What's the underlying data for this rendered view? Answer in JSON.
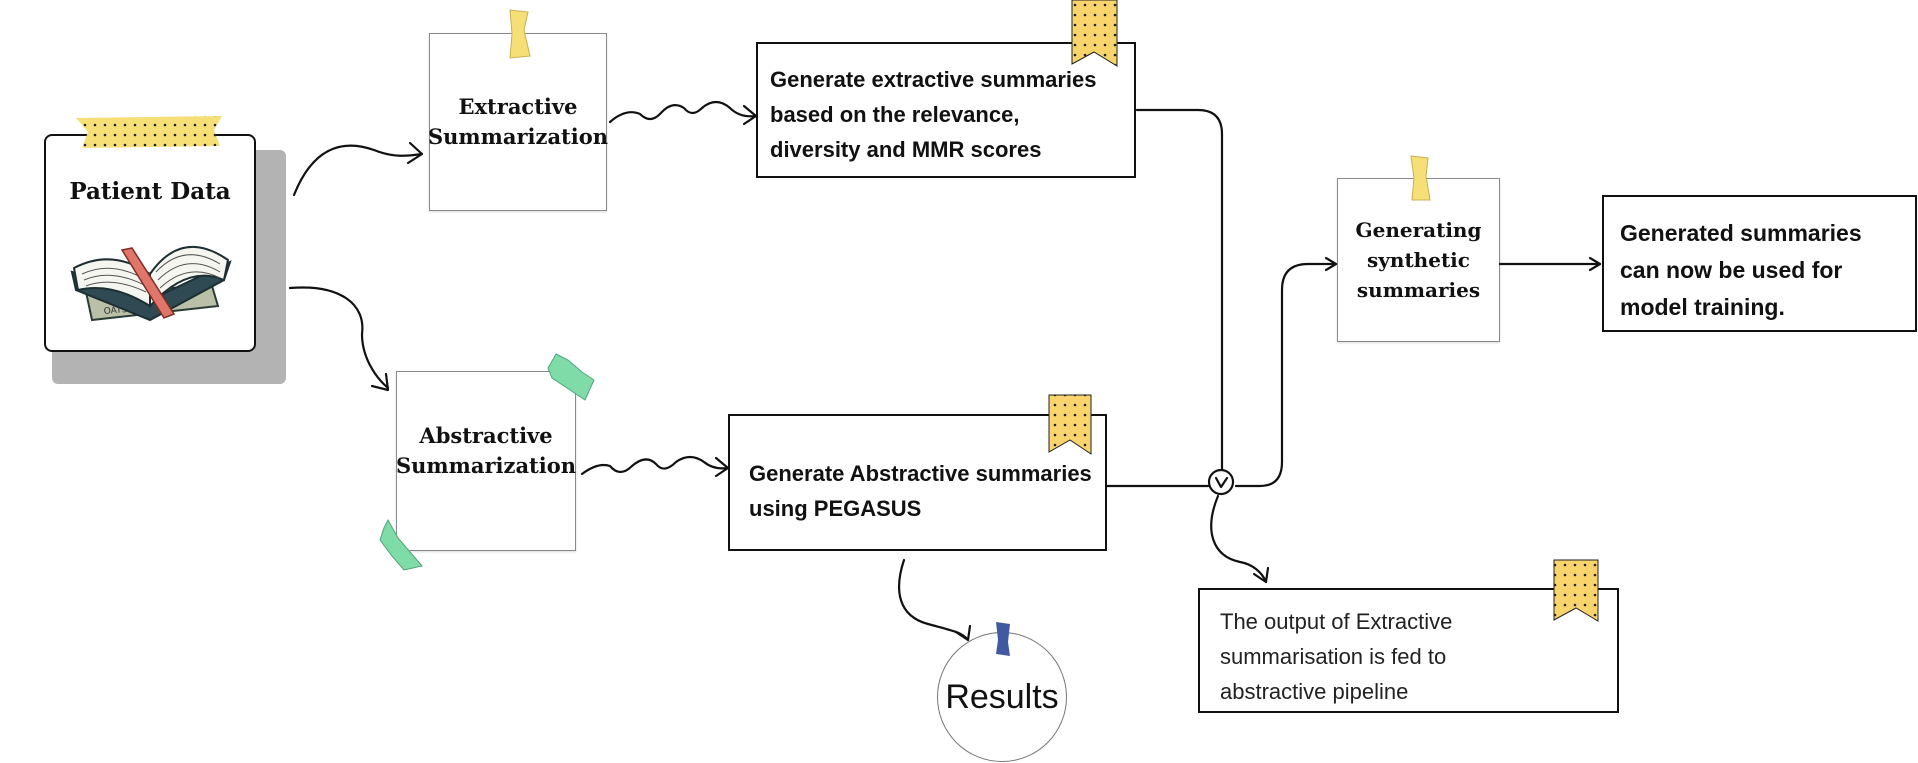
{
  "nodes": {
    "patient_data": {
      "title": "Patient Data",
      "book_spine": "OATS & MILK"
    },
    "extractive_summarization": {
      "title_line1": "Extractive",
      "title_line2": "Summarization"
    },
    "abstractive_summarization": {
      "title_line1": "Abstractive",
      "title_line2": "Summarization"
    },
    "generate_extractive": {
      "line1": "Generate extractive summaries",
      "line2": "based on the relevance,",
      "line3": "diversity and MMR scores"
    },
    "generate_abstractive": {
      "line1": "Generate Abstractive summaries",
      "line2": "using PEGASUS"
    },
    "generating_synthetic": {
      "line1": "Generating",
      "line2": "synthetic",
      "line3": "summaries"
    },
    "generated_summaries": {
      "line1": "Generated summaries",
      "line2": "can now be used for",
      "line3": "model training."
    },
    "output_note": {
      "line1": "The output of Extractive",
      "line2": "summarisation is fed to",
      "line3": "abstractive pipeline"
    },
    "results": {
      "label": "Results"
    }
  },
  "colors": {
    "tape_yellow": "#f7df78",
    "tape_green": "#7fdca8",
    "tape_blue": "#3f5aa0",
    "bookmark_yellow": "#f9d36b",
    "book_ribbon": "#e0766a",
    "book_cover": "#2f4a52",
    "line": "#111111"
  }
}
